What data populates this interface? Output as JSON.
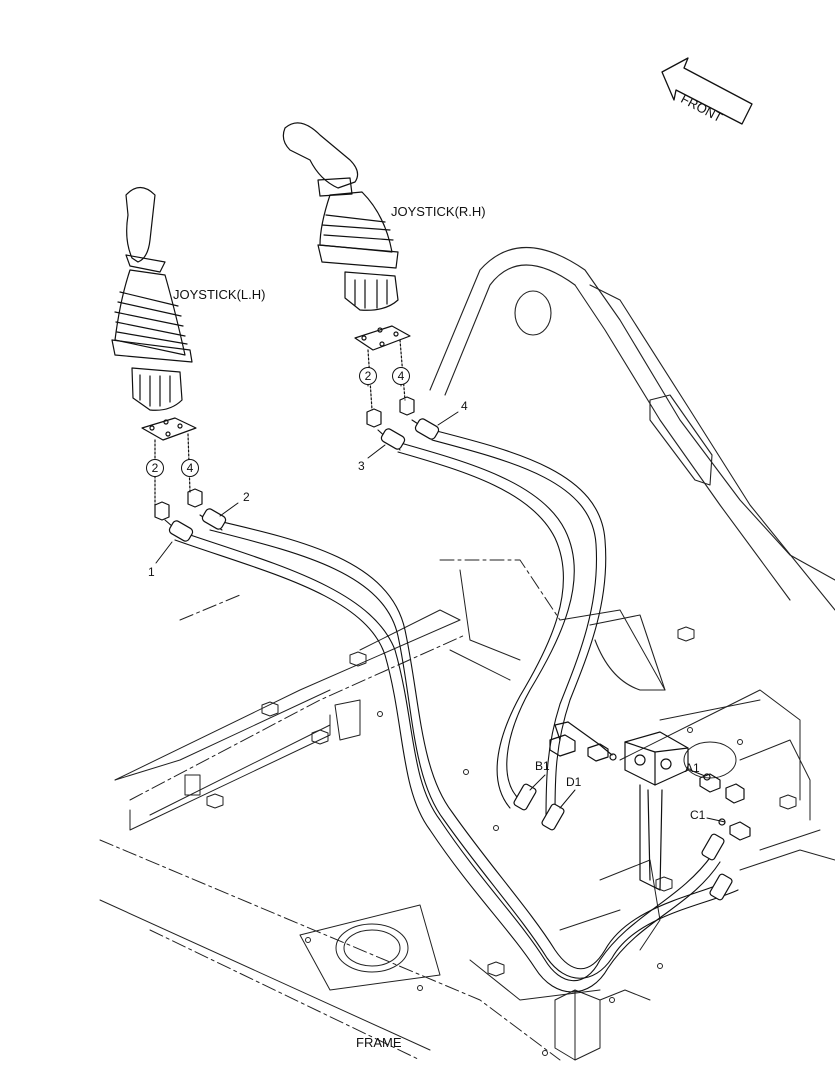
{
  "labels": {
    "front": "FRONT",
    "joystick_rh": "JOYSTICK(R.H)",
    "joystick_lh": "JOYSTICK(L.H)",
    "frame": "FRAME",
    "port_a1": "A1",
    "port_b1": "B1",
    "port_c1": "C1",
    "port_d1": "D1"
  },
  "callouts": {
    "hose_1": "1",
    "hose_2": "2",
    "hose_3": "3",
    "hose_4": "4",
    "fitting_2": "2",
    "fitting_4": "4"
  }
}
